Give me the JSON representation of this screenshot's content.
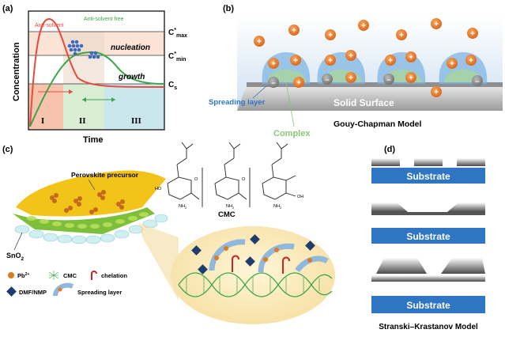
{
  "panel_a": {
    "label": "(a)",
    "y_axis": "Concentration",
    "x_axis": "Time",
    "curve_antisolvent": "Anti-solvent",
    "curve_free": "Anti-solvent free",
    "cmax_base": "C",
    "cmax_sup": "*",
    "cmax_sub": "max",
    "cmin_base": "C",
    "cmin_sup": "*",
    "cmin_sub": "min",
    "cs_base": "C",
    "cs_sub": "s",
    "nucleation": "nucleation",
    "growth": "growth",
    "stage_1": "I",
    "stage_2": "II",
    "stage_3": "III"
  },
  "panel_b": {
    "label": "(b)",
    "spreading_layer": "Spreading layer",
    "solid_surface": "Solid Surface",
    "complex": "Complex",
    "model_title": "Gouy-Chapman Model",
    "plus": "+",
    "minus": "–"
  },
  "panel_c": {
    "label": "(c)",
    "perovskite": "Perovskite precursor",
    "sno2_base": "SnO",
    "sno2_sub": "2",
    "cmc": "CMC",
    "legend_pb": "Pb",
    "legend_pb_sup": "2+",
    "legend_cmc": "CMC",
    "legend_chelation": "chelation",
    "legend_dmf": "DMF/NMP",
    "legend_spreading": "Spreading layer",
    "chem_oh": "HO",
    "chem_nh2": "NH",
    "chem_nh2_sub": "2",
    "chem_o": "O",
    "chem_oh2": "OH"
  },
  "panel_d": {
    "label": "(d)",
    "substrate_1": "Substrate",
    "substrate_2": "Substrate",
    "substrate_3": "Substrate",
    "model_title": "Stranski–Krastanov Model"
  },
  "colors": {
    "red_curve": "#e84a3c",
    "green_curve": "#3aa64a",
    "zone1": "#f7c3ad",
    "zone2": "#d9ecd4",
    "zone3": "#cbe7ee",
    "orange_ion": "#e07a22",
    "substrate_blue": "#2e75c4",
    "navy": "#1f3c6e",
    "perovskite_yellow": "#f2c318"
  }
}
